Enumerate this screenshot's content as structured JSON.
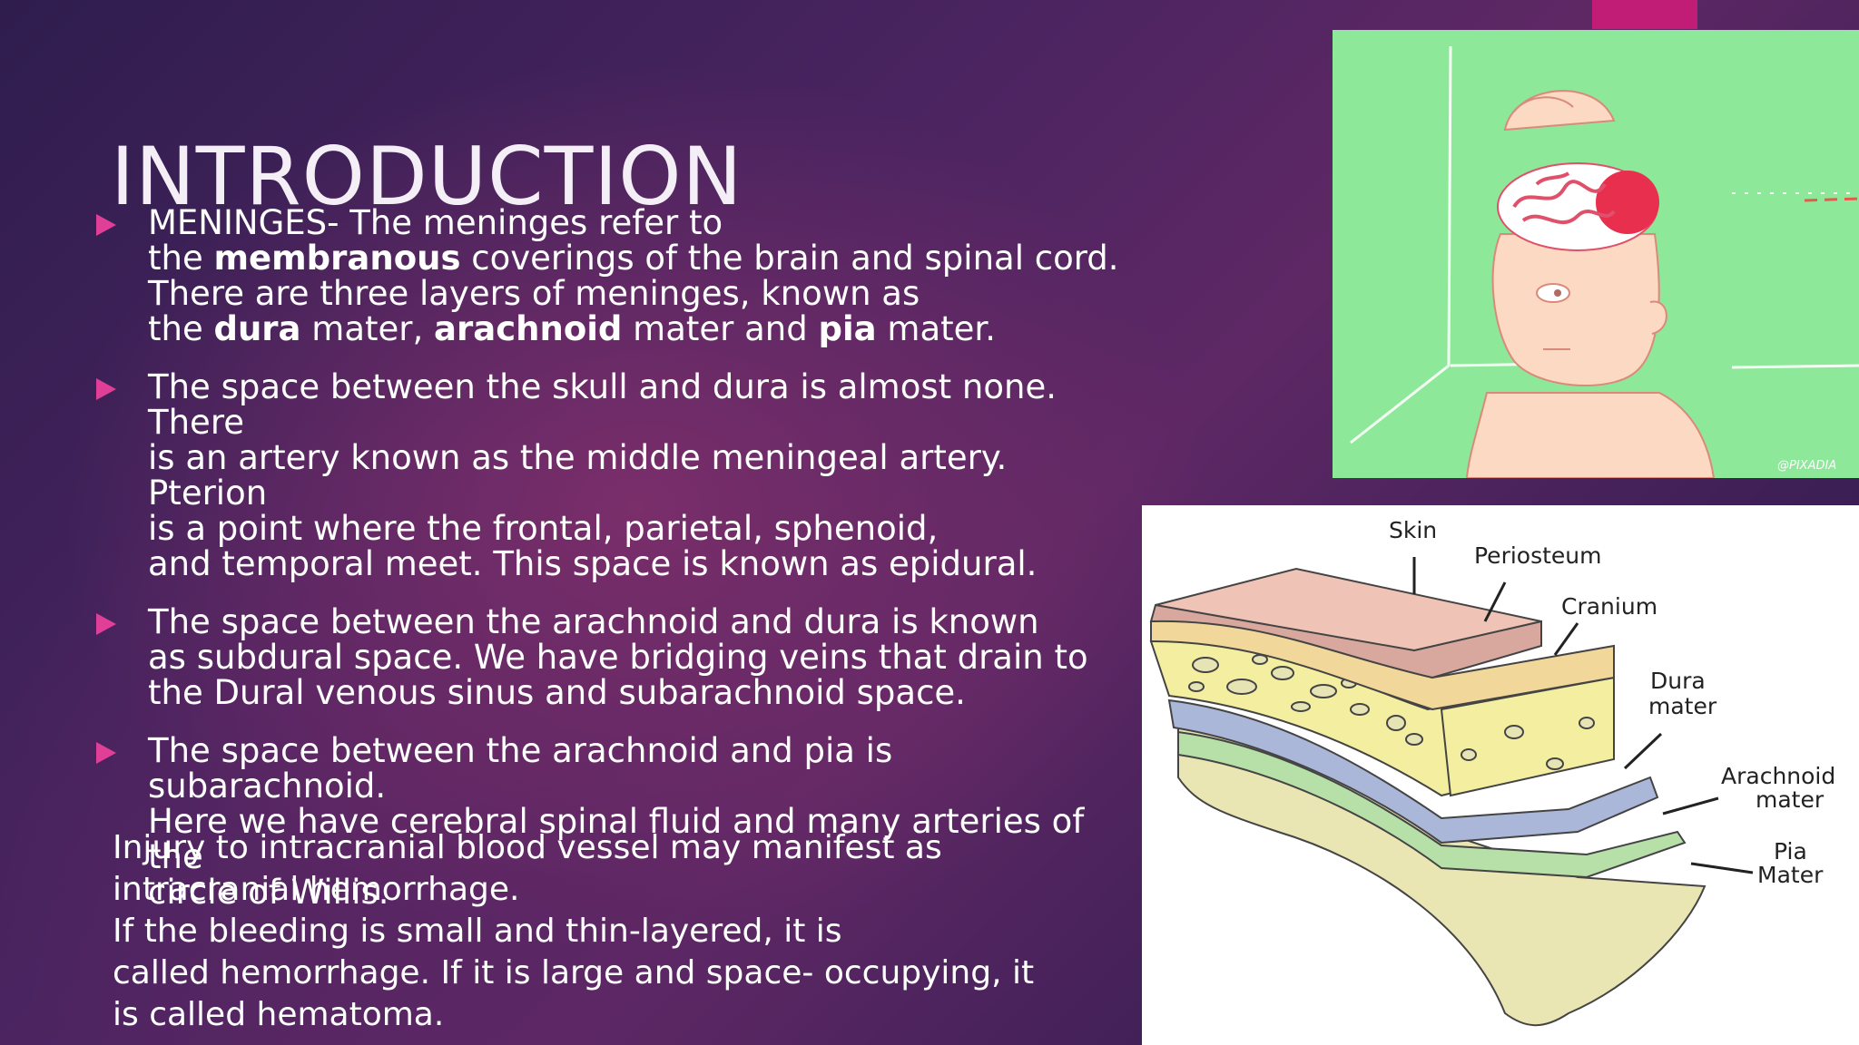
{
  "slide": {
    "title": "INTRODUCTION",
    "bullets": [
      {
        "parts": [
          {
            "text": "MENINGES- The meninges refer to",
            "bold": false,
            "br": true
          },
          {
            "text": "the ",
            "bold": false
          },
          {
            "text": "membranous",
            "bold": true
          },
          {
            "text": " coverings of the brain and spinal cord.",
            "bold": false,
            "br": true
          },
          {
            "text": "There are three layers of meninges, known as",
            "bold": false,
            "br": true
          },
          {
            "text": "the ",
            "bold": false
          },
          {
            "text": "dura",
            "bold": true
          },
          {
            "text": " mater, ",
            "bold": false
          },
          {
            "text": "arachnoid",
            "bold": true
          },
          {
            "text": " mater and ",
            "bold": false
          },
          {
            "text": "pia",
            "bold": true
          },
          {
            "text": " mater.",
            "bold": false
          }
        ]
      },
      {
        "parts": [
          {
            "text": "The space between the skull and dura is almost none. There",
            "bold": false,
            "br": true
          },
          {
            "text": "is an artery known as the middle meningeal artery. Pterion",
            "bold": false,
            "br": true
          },
          {
            "text": "is a point where the frontal, parietal,  sphenoid,",
            "bold": false,
            "br": true
          },
          {
            "text": "and temporal meet. This space is known as epidural.",
            "bold": false
          }
        ]
      },
      {
        "parts": [
          {
            "text": "The space between the arachnoid and dura is known",
            "bold": false,
            "br": true
          },
          {
            "text": "as subdural space. We have bridging veins that drain to",
            "bold": false,
            "br": true
          },
          {
            "text": "the Dural venous sinus and subarachnoid space.",
            "bold": false
          }
        ]
      },
      {
        "parts": [
          {
            "text": "The space between the arachnoid and pia is subarachnoid.",
            "bold": false,
            "br": true
          },
          {
            "text": "Here we have cerebral spinal fluid and many arteries of the",
            "bold": false,
            "br": true
          },
          {
            "text": "circle of Willis.",
            "bold": false
          }
        ]
      }
    ],
    "injury_lines": [
      "Injury to intracranial blood vessel may manifest as",
      "intracranial hemorrhage.",
      "If the bleeding is small and thin-layered, it is",
      "called hemorrhage. If it is large and space- occupying, it",
      "is called hematoma."
    ]
  },
  "cartoon": {
    "watermark": "@PIXADIA"
  },
  "diagram": {
    "labels": {
      "skin": "Skin",
      "periosteum": "Periosteum",
      "cranium": "Cranium",
      "dura_1": "Dura",
      "dura_2": "mater",
      "arachnoid_1": "Arachnoid",
      "arachnoid_2": "mater",
      "pia_1": "Pia",
      "pia_2": "Mater"
    }
  },
  "colors": {
    "background_dark": "#2f1d4e",
    "background_mid": "#5e2865",
    "accent": "#c21d76",
    "bullet_marker": "#e03f97",
    "cartoon_bg": "#8ee89a"
  }
}
